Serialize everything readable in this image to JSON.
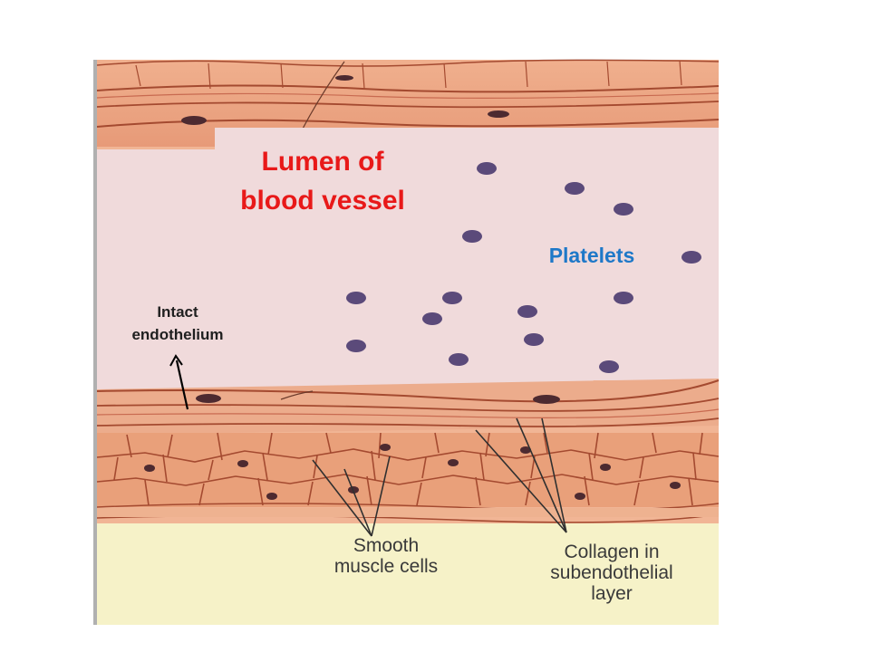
{
  "labels": {
    "lumen_line1": "Lumen of",
    "lumen_line2": "blood vessel",
    "platelets": "Platelets",
    "endothelium_line1": "Intact",
    "endothelium_line2": "endothelium",
    "smooth_line1": "Smooth",
    "smooth_line2": "muscle cells",
    "collagen_line1": "Collagen in",
    "collagen_line2": "subendothelial",
    "collagen_line3": "layer"
  },
  "colors": {
    "lumen": "#f0dadb",
    "vessel_wall": "#e8a079",
    "cell_border": "#a44a30",
    "nucleus": "#4d2a30",
    "platelet": "#5b4a7a",
    "adventitia": "#f6f2c8",
    "label_red": "#e81919",
    "label_blue": "#1e78c8"
  }
}
